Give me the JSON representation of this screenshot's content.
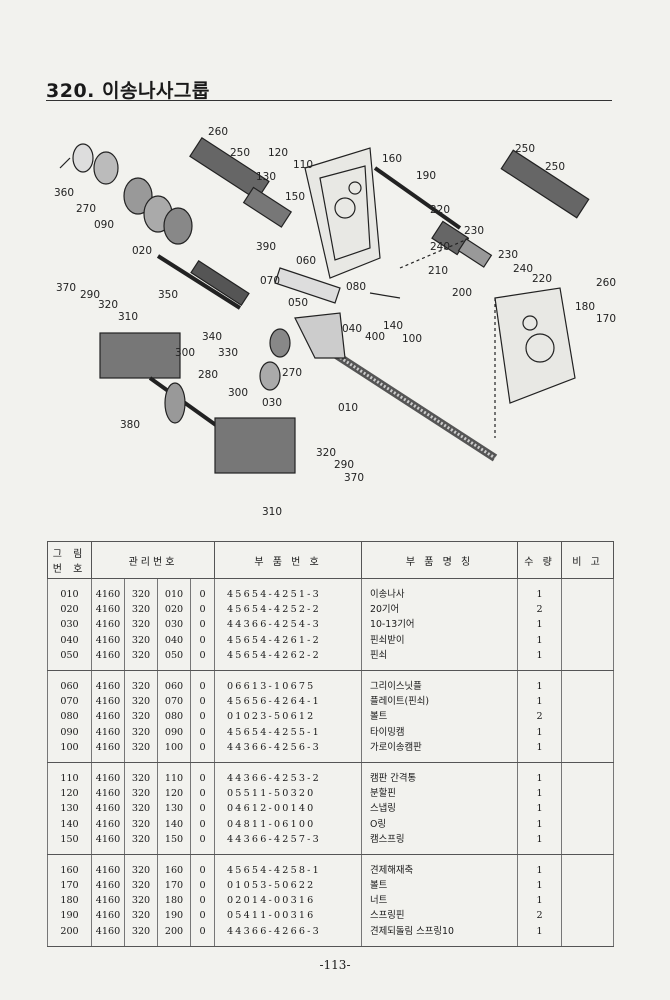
{
  "page": {
    "title": "320. 이송나사그룹",
    "page_number": "-113-"
  },
  "diagram": {
    "labels": [
      "260",
      "250",
      "120",
      "130",
      "110",
      "150",
      "160",
      "190",
      "250",
      "250",
      "360",
      "270",
      "090",
      "020",
      "220",
      "230",
      "390",
      "060",
      "240",
      "210",
      "230",
      "240",
      "220",
      "260",
      "070",
      "080",
      "200",
      "370",
      "290",
      "320",
      "310",
      "350",
      "050",
      "040",
      "400",
      "140",
      "100",
      "180",
      "170",
      "340",
      "330",
      "300",
      "270",
      "280",
      "010",
      "380",
      "300",
      "030",
      "320",
      "290",
      "370",
      "310"
    ]
  },
  "table": {
    "headers": {
      "fig_no": [
        "그 림",
        "번 호"
      ],
      "mgmt_no": "관리번호",
      "part_no": "부 품 번 호",
      "part_name": "부 품 명 칭",
      "qty": "수 량",
      "remark": "비 고"
    },
    "groups": [
      [
        [
          "010",
          "4160",
          "320",
          "010",
          "0",
          "45654-4251-3",
          "이송나사",
          "1"
        ],
        [
          "020",
          "4160",
          "320",
          "020",
          "0",
          "45654-4252-2",
          "20기어",
          "2"
        ],
        [
          "030",
          "4160",
          "320",
          "030",
          "0",
          "44366-4254-3",
          "10-13기어",
          "1"
        ],
        [
          "040",
          "4160",
          "320",
          "040",
          "0",
          "45654-4261-2",
          "핀쇠받이",
          "1"
        ],
        [
          "050",
          "4160",
          "320",
          "050",
          "0",
          "45654-4262-2",
          "핀쇠",
          "1"
        ]
      ],
      [
        [
          "060",
          "4160",
          "320",
          "060",
          "0",
          "06613-10675",
          "그리이스닛플",
          "1"
        ],
        [
          "070",
          "4160",
          "320",
          "070",
          "0",
          "45656-4264-1",
          "플레이트(핀쇠)",
          "1"
        ],
        [
          "080",
          "4160",
          "320",
          "080",
          "0",
          "01023-50612",
          "볼트",
          "2"
        ],
        [
          "090",
          "4160",
          "320",
          "090",
          "0",
          "45654-4255-1",
          "타이밍캠",
          "1"
        ],
        [
          "100",
          "4160",
          "320",
          "100",
          "0",
          "44366-4256-3",
          "가로이송캠판",
          "1"
        ]
      ],
      [
        [
          "110",
          "4160",
          "320",
          "110",
          "0",
          "44366-4253-2",
          "캠판 간격통",
          "1"
        ],
        [
          "120",
          "4160",
          "320",
          "120",
          "0",
          "05511-50320",
          "분할핀",
          "1"
        ],
        [
          "130",
          "4160",
          "320",
          "130",
          "0",
          "04612-00140",
          "스냅링",
          "1"
        ],
        [
          "140",
          "4160",
          "320",
          "140",
          "0",
          "04811-06100",
          "O링",
          "1"
        ],
        [
          "150",
          "4160",
          "320",
          "150",
          "0",
          "44366-4257-3",
          "캠스프링",
          "1"
        ]
      ],
      [
        [
          "160",
          "4160",
          "320",
          "160",
          "0",
          "45654-4258-1",
          "견제해재축",
          "1"
        ],
        [
          "170",
          "4160",
          "320",
          "170",
          "0",
          "01053-50622",
          "볼트",
          "1"
        ],
        [
          "180",
          "4160",
          "320",
          "180",
          "0",
          "02014-00316",
          "너트",
          "1"
        ],
        [
          "190",
          "4160",
          "320",
          "190",
          "0",
          "05411-00316",
          "스프링핀",
          "2"
        ],
        [
          "200",
          "4160",
          "320",
          "200",
          "0",
          "44366-4266-3",
          "견제되돌림 스프링10",
          "1"
        ]
      ]
    ]
  }
}
